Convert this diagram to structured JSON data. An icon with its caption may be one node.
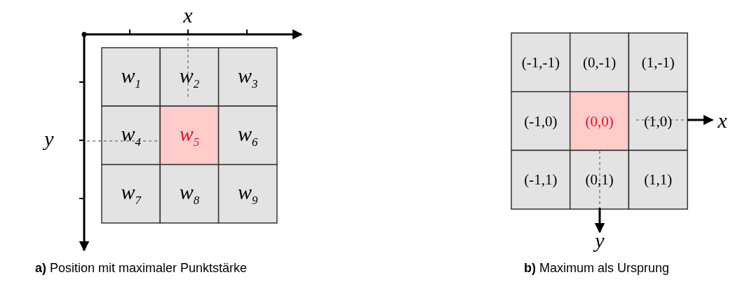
{
  "diagram": {
    "labels": [
      "x",
      "w$_{1}$",
      "w$_{2}$",
      "w$_{3}$",
      "y",
      "w$_{4}$",
      "w$_{5}$",
      "w$_{6}$",
      "w$_{7}$",
      "w$_{8}$",
      "w$_{9}$",
      "**a)** Position mit maximaler Punktstärke",
      "(-1,-1)",
      "(0,-1)",
      "(1,-1)",
      "(-1,0)",
      "(0,0)",
      "(1,0)",
      "x",
      "(-1,1)",
      "(0,1)",
      "(1,1)",
      "y",
      "**b)** Maximum als Ursprung"
    ]
  }
}
